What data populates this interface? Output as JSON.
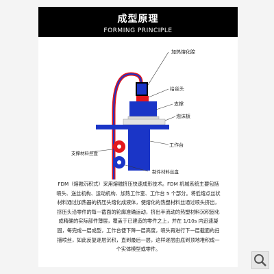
{
  "header": {
    "title": "成型原理",
    "subtitle": "FORMING PRINCIPLE"
  },
  "diagram": {
    "labels": {
      "heater": "加热熔化腔",
      "nozzle": "给丝头",
      "support": "支撑",
      "foam_board": "泡沫板",
      "worktable": "工作台",
      "material_reel": "支撑材料丝盘",
      "model_reel": "制件材料丝盘"
    },
    "colors": {
      "blue": "#1a35c7",
      "red": "#e3171d",
      "black": "#000000",
      "grey": "#d9d9d9"
    }
  },
  "description": {
    "text": "FDM（熔融沉积式）采用熔融挤压快速成形技术。FDM 机械系统主要包括喷头、送丝机构、运动机构、加热工作室、工作台 5 个部分。将低熔点丝状材料通过加热器的挤压头熔化成液体，使熔化的热塑材料丝通过喷头挤出，挤压头沿零件的每一截面的轮廓准确运动，挤出半流动的热塑材料沉积固化成精确的实际部件薄层，覆盖于已建造的零件之上，并在 1/10s 内迅速凝固，每完成一层成型，工作台便下降一层高度，喷头再进行下一层截面的扫描喷丝，如此反复逐层沉积，直到最后一层，这样逐层由底到顶地堆积成一个实体模型或零件。"
  },
  "zoom_control": {
    "icon": "zoom-icon"
  }
}
